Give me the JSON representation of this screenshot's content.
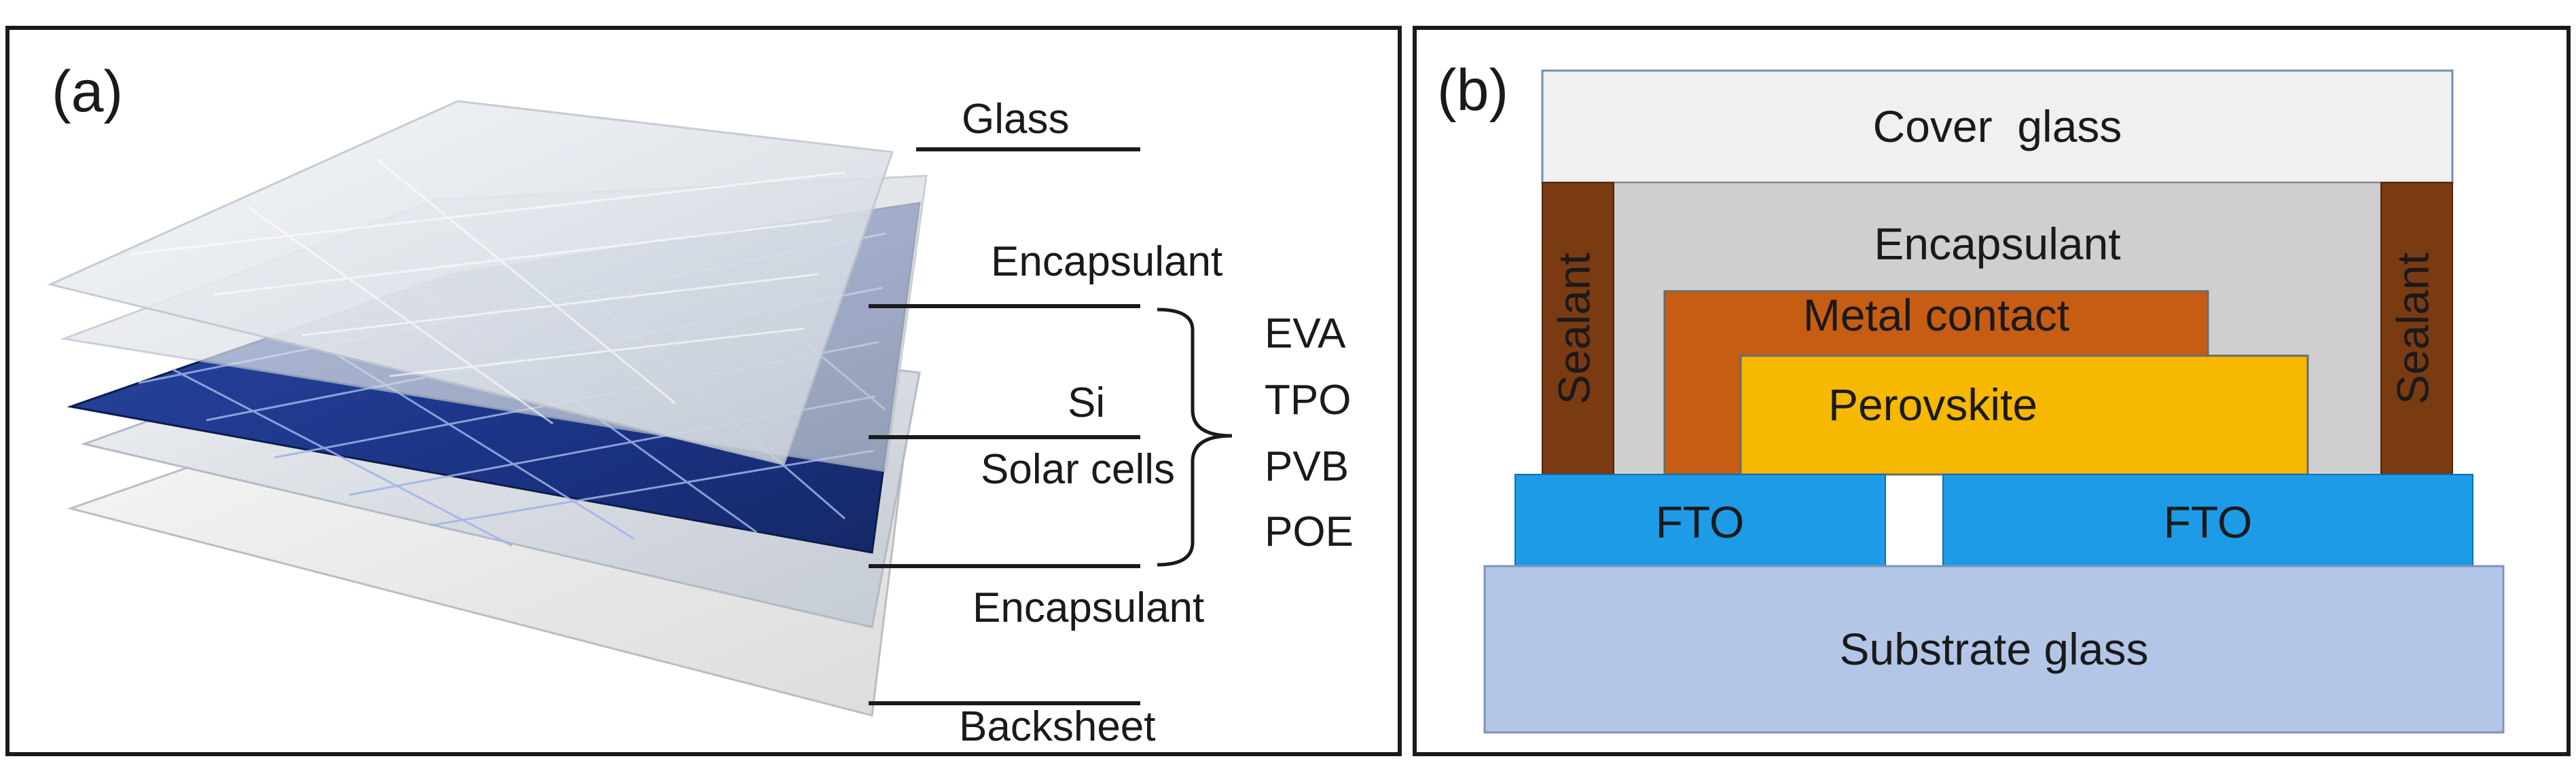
{
  "panel_a": {
    "letter": "(a)",
    "labels": {
      "glass": "Glass",
      "encapsulant_top": "Encapsulant",
      "si": "Si",
      "solar_cells": "Solar cells",
      "encapsulant_bottom": "Encapsulant",
      "backsheet": "Backsheet"
    },
    "materials": [
      "EVA",
      "TPO",
      "PVB",
      "POE"
    ]
  },
  "panel_b": {
    "letter": "(b)",
    "layers": {
      "cover_glass": "Cover  glass",
      "encapsulant": "Encapsulant",
      "metal_contact": "Metal contact",
      "perovskite": "Perovskite",
      "sealant_left": "Sealant",
      "sealant_right": "Sealant",
      "fto_left": "FTO",
      "fto_right": "FTO",
      "substrate_glass": "Substrate glass"
    }
  },
  "colors": {
    "cell_blue": "#1f3a8a",
    "sealant": "#7a3a12",
    "metal_contact": "#c65d13",
    "perovskite": "#f6b800",
    "fto": "#1e9be6",
    "substrate": "#b3c6e8",
    "encapsulant_gray": "#d0cfcf",
    "cover_glass": "#f0f0f0"
  }
}
